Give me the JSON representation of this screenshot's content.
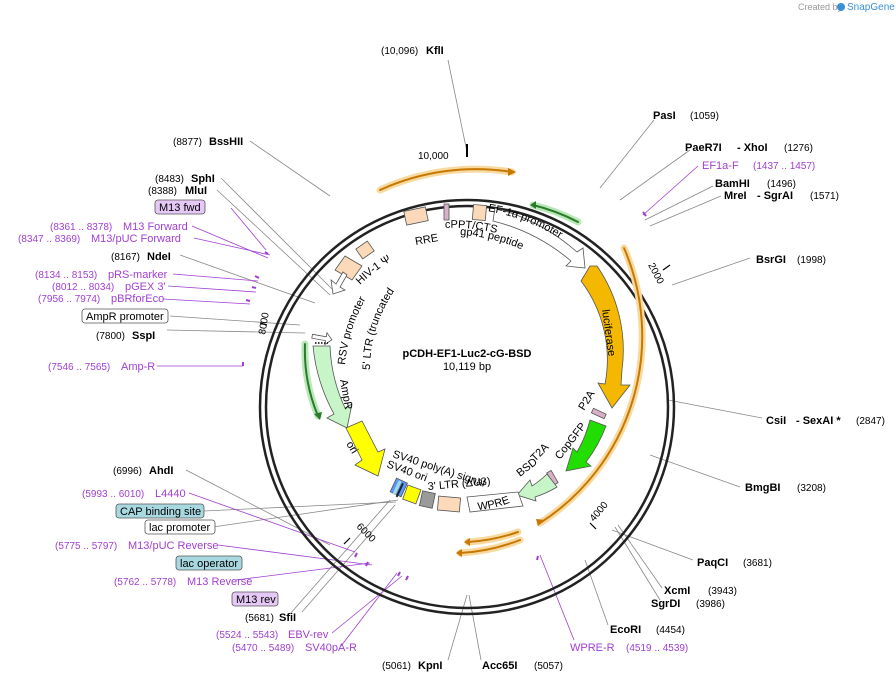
{
  "header": {
    "created_by": "Created by",
    "app_name": "SnapGene"
  },
  "plasmid": {
    "name": "pCDH-EF1-Luc2-cG-BSD",
    "size": "10,119 bp"
  },
  "ticks": {
    "t10000": "10,000",
    "t2000": "2000",
    "t4000": "4000",
    "t6000": "6000",
    "t8000": "8000"
  },
  "sites": {
    "kfli": {
      "pos": "(10,096)",
      "name": "KflI"
    },
    "pasi": {
      "name": "PasI",
      "pos": "(1059)"
    },
    "paer7i": {
      "name": "PaeR7I",
      "sep": "- XhoI",
      "pos": "(1276)"
    },
    "bamhi": {
      "name": "BamHI",
      "pos": "(1496)"
    },
    "mrei": {
      "name": "MreI",
      "sep": "- SgrAI",
      "pos": "(1571)"
    },
    "bsrgi": {
      "name": "BsrGI",
      "pos": "(1998)"
    },
    "csii": {
      "name": "CsiI",
      "sep": "- SexAI *",
      "pos": "(2847)"
    },
    "bmgbi": {
      "name": "BmgBI",
      "pos": "(3208)"
    },
    "paqci": {
      "name": "PaqCI",
      "pos": "(3681)"
    },
    "xcmi": {
      "name": "XcmI",
      "pos": "(3943)"
    },
    "sgrdi": {
      "name": "SgrDI",
      "pos": "(3986)"
    },
    "ecori": {
      "name": "EcoRI",
      "pos": "(4454)"
    },
    "acc65i": {
      "name": "Acc65I",
      "pos": "(5057)"
    },
    "kpni": {
      "pos": "(5061)",
      "name": "KpnI"
    },
    "sfii": {
      "pos": "(5681)",
      "name": "SfiI"
    },
    "ahdi": {
      "pos": "(6996)",
      "name": "AhdI"
    },
    "sspi": {
      "pos": "(7800)",
      "name": "SspI"
    },
    "ndei": {
      "pos": "(8167)",
      "name": "NdeI"
    },
    "mlui": {
      "pos": "(8388)",
      "name": "MluI"
    },
    "sphi": {
      "pos": "(8483)",
      "name": "SphI"
    },
    "bsshii": {
      "pos": "(8877)",
      "name": "BssHII"
    }
  },
  "primers": {
    "ef1af": {
      "name": "EF1a-F",
      "pos": "(1437 .. 1457)"
    },
    "wprer": {
      "name": "WPRE-R",
      "pos": "(4519 .. 4539)"
    },
    "sv40par": {
      "pos": "(5470 .. 5489)",
      "name": "SV40pA-R"
    },
    "ebvrev": {
      "pos": "(5524 .. 5543)",
      "name": "EBV-rev"
    },
    "m13rev_site": {
      "pos": "(5762 .. 5778)",
      "name": "M13 Reverse"
    },
    "m13puc_rev": {
      "pos": "(5775 .. 5797)",
      "name": "M13/pUC Reverse"
    },
    "l4440": {
      "pos": "(5993 .. 6010)",
      "name": "L4440"
    },
    "ampr": {
      "pos": "(7546 .. 7565)",
      "name": "Amp-R"
    },
    "pbrforeco": {
      "pos": "(7956 .. 7974)",
      "name": "pBRforEco"
    },
    "pgex3": {
      "pos": "(8012 .. 8034)",
      "name": "pGEX 3'"
    },
    "prsmarker": {
      "pos": "(8134 .. 8153)",
      "name": "pRS-marker"
    },
    "m13puc_fwd": {
      "pos": "(8347 .. 8369)",
      "name": "M13/pUC Forward"
    },
    "m13fwd_site": {
      "pos": "(8361 .. 8378)",
      "name": "M13 Forward"
    }
  },
  "boxes": {
    "m13fwd": "M13 fwd",
    "amprpromoter": "AmpR promoter",
    "capsite": "CAP binding site",
    "lacpromoter": "lac promoter",
    "lacoperator": "lac operator",
    "m13rev": "M13 rev"
  },
  "features": {
    "rre": "RRE",
    "hiv1psi": "HIV-1 Ψ",
    "gp41": "gp41 peptide",
    "cppt": "cPPT/CTS",
    "ef1a": "EF-1α promoter",
    "luciferase": "luciferase",
    "p2a": "P2A",
    "copgfp": "CopGFP",
    "t2a": "T2A",
    "bsd": "BSD",
    "wpre": "WPRE",
    "ltr3": "3' LTR (ΔU3)",
    "sv40polya": "SV40 poly(A) signal",
    "sv40ori": "SV40 ori",
    "ori": "ori",
    "ampr": "AmpR",
    "rsv": "RSV promoter",
    "ltr5": "5' LTR (truncated)"
  },
  "colors": {
    "backbone": "#222222",
    "feature_label": "#a13fd2",
    "luciferase": "#f5b800",
    "copgfp": "#22dd00",
    "ori": "#ffff00",
    "ampr": "#c8f5c8",
    "orf_arc": "#f5a623",
    "box_blue": "#a8d8e0",
    "box_purple": "#e5c8f5"
  }
}
